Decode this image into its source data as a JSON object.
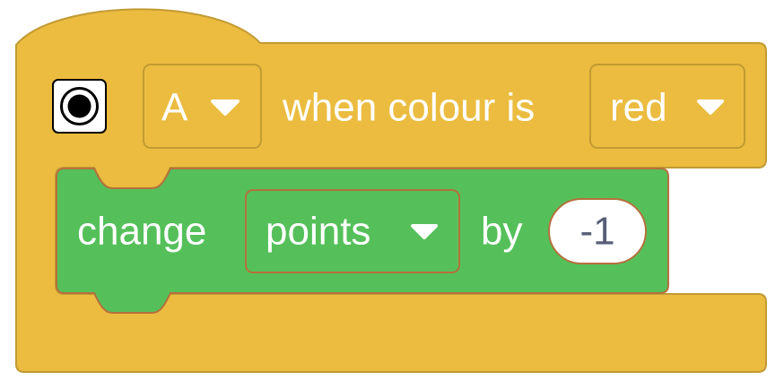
{
  "hat_block": {
    "icon": "circle-radio-icon",
    "sprite_dropdown_value": "A",
    "condition_text": "when colour is",
    "colour_dropdown_value": "red",
    "color": "#ebbc3f",
    "border_color": "#c29a33"
  },
  "stack_block": {
    "label": "change",
    "variable_dropdown_value": "points",
    "by_text": "by",
    "amount_value": "-1",
    "color": "#55c05a",
    "border_color": "#b5703d"
  },
  "dropdown_icon": "caret-down-icon"
}
